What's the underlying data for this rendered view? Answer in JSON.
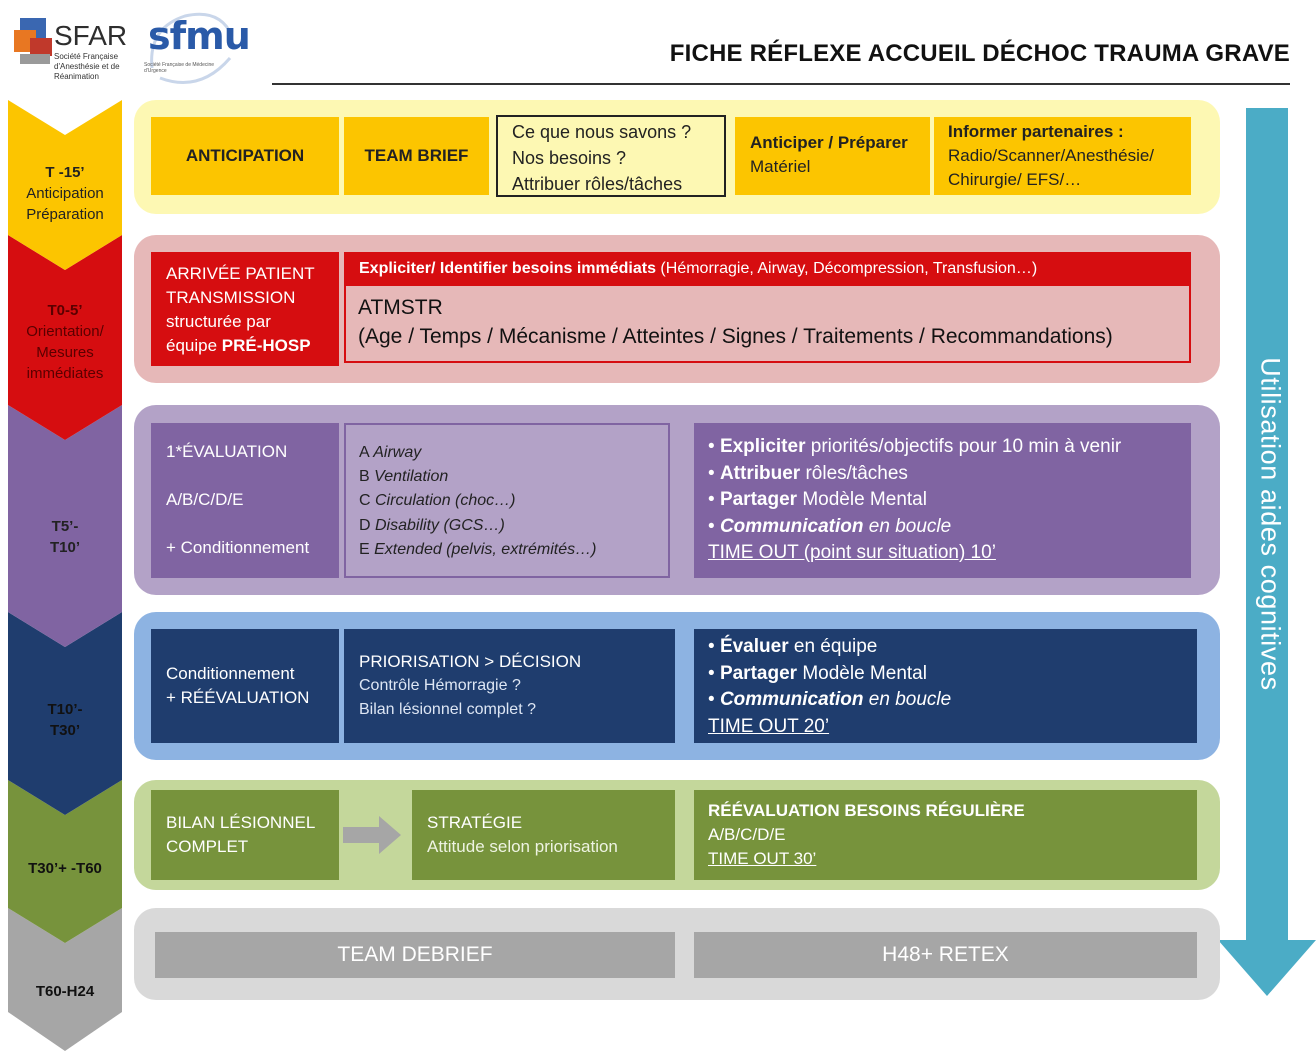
{
  "header": {
    "title": "FICHE  RÉFLEXE ACCUEIL DÉCHOC TRAUMA GRAVE",
    "logo_sfar_name": "SFAR",
    "logo_sfar_sub": [
      "Société Française",
      "d'Anesthésie et de",
      "Réanimation"
    ],
    "logo_sfmu_name": "sfmu",
    "logo_sfmu_sub": "Société Française de Médecine d'Urgence"
  },
  "phases": [
    {
      "time": "T -15’",
      "label1": "Anticipation",
      "label2": "Préparation",
      "color": "#fcc500"
    },
    {
      "time": "T0-5’",
      "label1": "Orientation/",
      "label2": "Mesures",
      "label3": "immédiates",
      "color": "#d60d10"
    },
    {
      "time": "T5’-",
      "label1": "T10’",
      "color": "#8064a2"
    },
    {
      "time": "T10’-",
      "label1": "T30’",
      "color": "#1f3d6e"
    },
    {
      "time": "T30’+ -T60",
      "color": "#77933c"
    },
    {
      "time": "T60-H24",
      "color": "#a6a6a6"
    }
  ],
  "row1": {
    "anticipation": "ANTICIPATION",
    "team_brief": "TEAM BRIEF",
    "know_1": "Ce que nous savons ?",
    "know_2": "Nos besoins ?",
    "know_3": "Attribuer rôles/tâches",
    "prep_title": "Anticiper / Préparer",
    "prep_sub": "Matériel",
    "inform_title": "Informer  partenaires :",
    "inform_1": "Radio/Scanner/Anesthésie/",
    "inform_2": "Chirurgie/ EFS/…"
  },
  "row2": {
    "arrival_1": "ARRIVÉE PATIENT",
    "arrival_2": "TRANSMISSION",
    "arrival_3": "structurée par",
    "arrival_4a": "équipe ",
    "arrival_4b": "PRÉ-HOSP",
    "needs_bold": "Expliciter/ Identifier besoins immédiats",
    "needs_rest": " (Hémorragie, Airway, Décompression, Transfusion…)",
    "atmstr": "ATMSTR",
    "atmstr_detail": "(Age / Temps / Mécanisme / Atteintes / Signes / Traitements / Recommandations)"
  },
  "row3": {
    "eval_title": "1*ÉVALUATION",
    "eval_abcde": "A/B/C/D/E",
    "eval_cond": "+ Conditionnement",
    "abcde": [
      {
        "letter": "A ",
        "text": "Airway"
      },
      {
        "letter": "B ",
        "text": "Ventilation"
      },
      {
        "letter": "C ",
        "text": "Circulation (choc…)"
      },
      {
        "letter": "D ",
        "text": "Disability (GCS…)"
      },
      {
        "letter": "E ",
        "text": "Extended (pelvis, extrémités…)"
      }
    ],
    "b1_bold": "Expliciter",
    "b1_rest": " priorités/objectifs pour 10 min à venir",
    "b2_bold": "Attribuer",
    "b2_rest": " rôles/tâches",
    "b3_bold": "Partager",
    "b3_rest": " Modèle Mental",
    "b4_bold": "Communication",
    "b4_rest": " en boucle",
    "timeout": "TIME OUT (point sur situation) 10’"
  },
  "row4": {
    "cond_1": "Conditionnement",
    "cond_2": "+ RÉÉVALUATION",
    "prio_title": "PRIORISATION > DÉCISION",
    "prio_1": "Contrôle Hémorragie ?",
    "prio_2": "Bilan lésionnel complet ?",
    "b1_bold": "Évaluer",
    "b1_rest": " en équipe",
    "b2_bold": "Partager",
    "b2_rest": " Modèle Mental",
    "b3_bold": "Communication",
    "b3_rest": " en boucle",
    "timeout": "TIME OUT  20’"
  },
  "row5": {
    "bilan_1": "BILAN LÉSIONNEL",
    "bilan_2": "COMPLET",
    "strat_title": "STRATÉGIE",
    "strat_sub": "Attitude selon priorisation",
    "reeval_title": "RÉÉVALUATION BESOINS RÉGULIÈRE",
    "reeval_abcde": "A/B/C/D/E",
    "timeout": "TIME OUT 30’"
  },
  "row6": {
    "debrief": "TEAM DEBRIEF",
    "retex": "H48+ RETEX"
  },
  "side": {
    "text": "Utilisation  aides cognitives",
    "color": "#4bacc6"
  }
}
